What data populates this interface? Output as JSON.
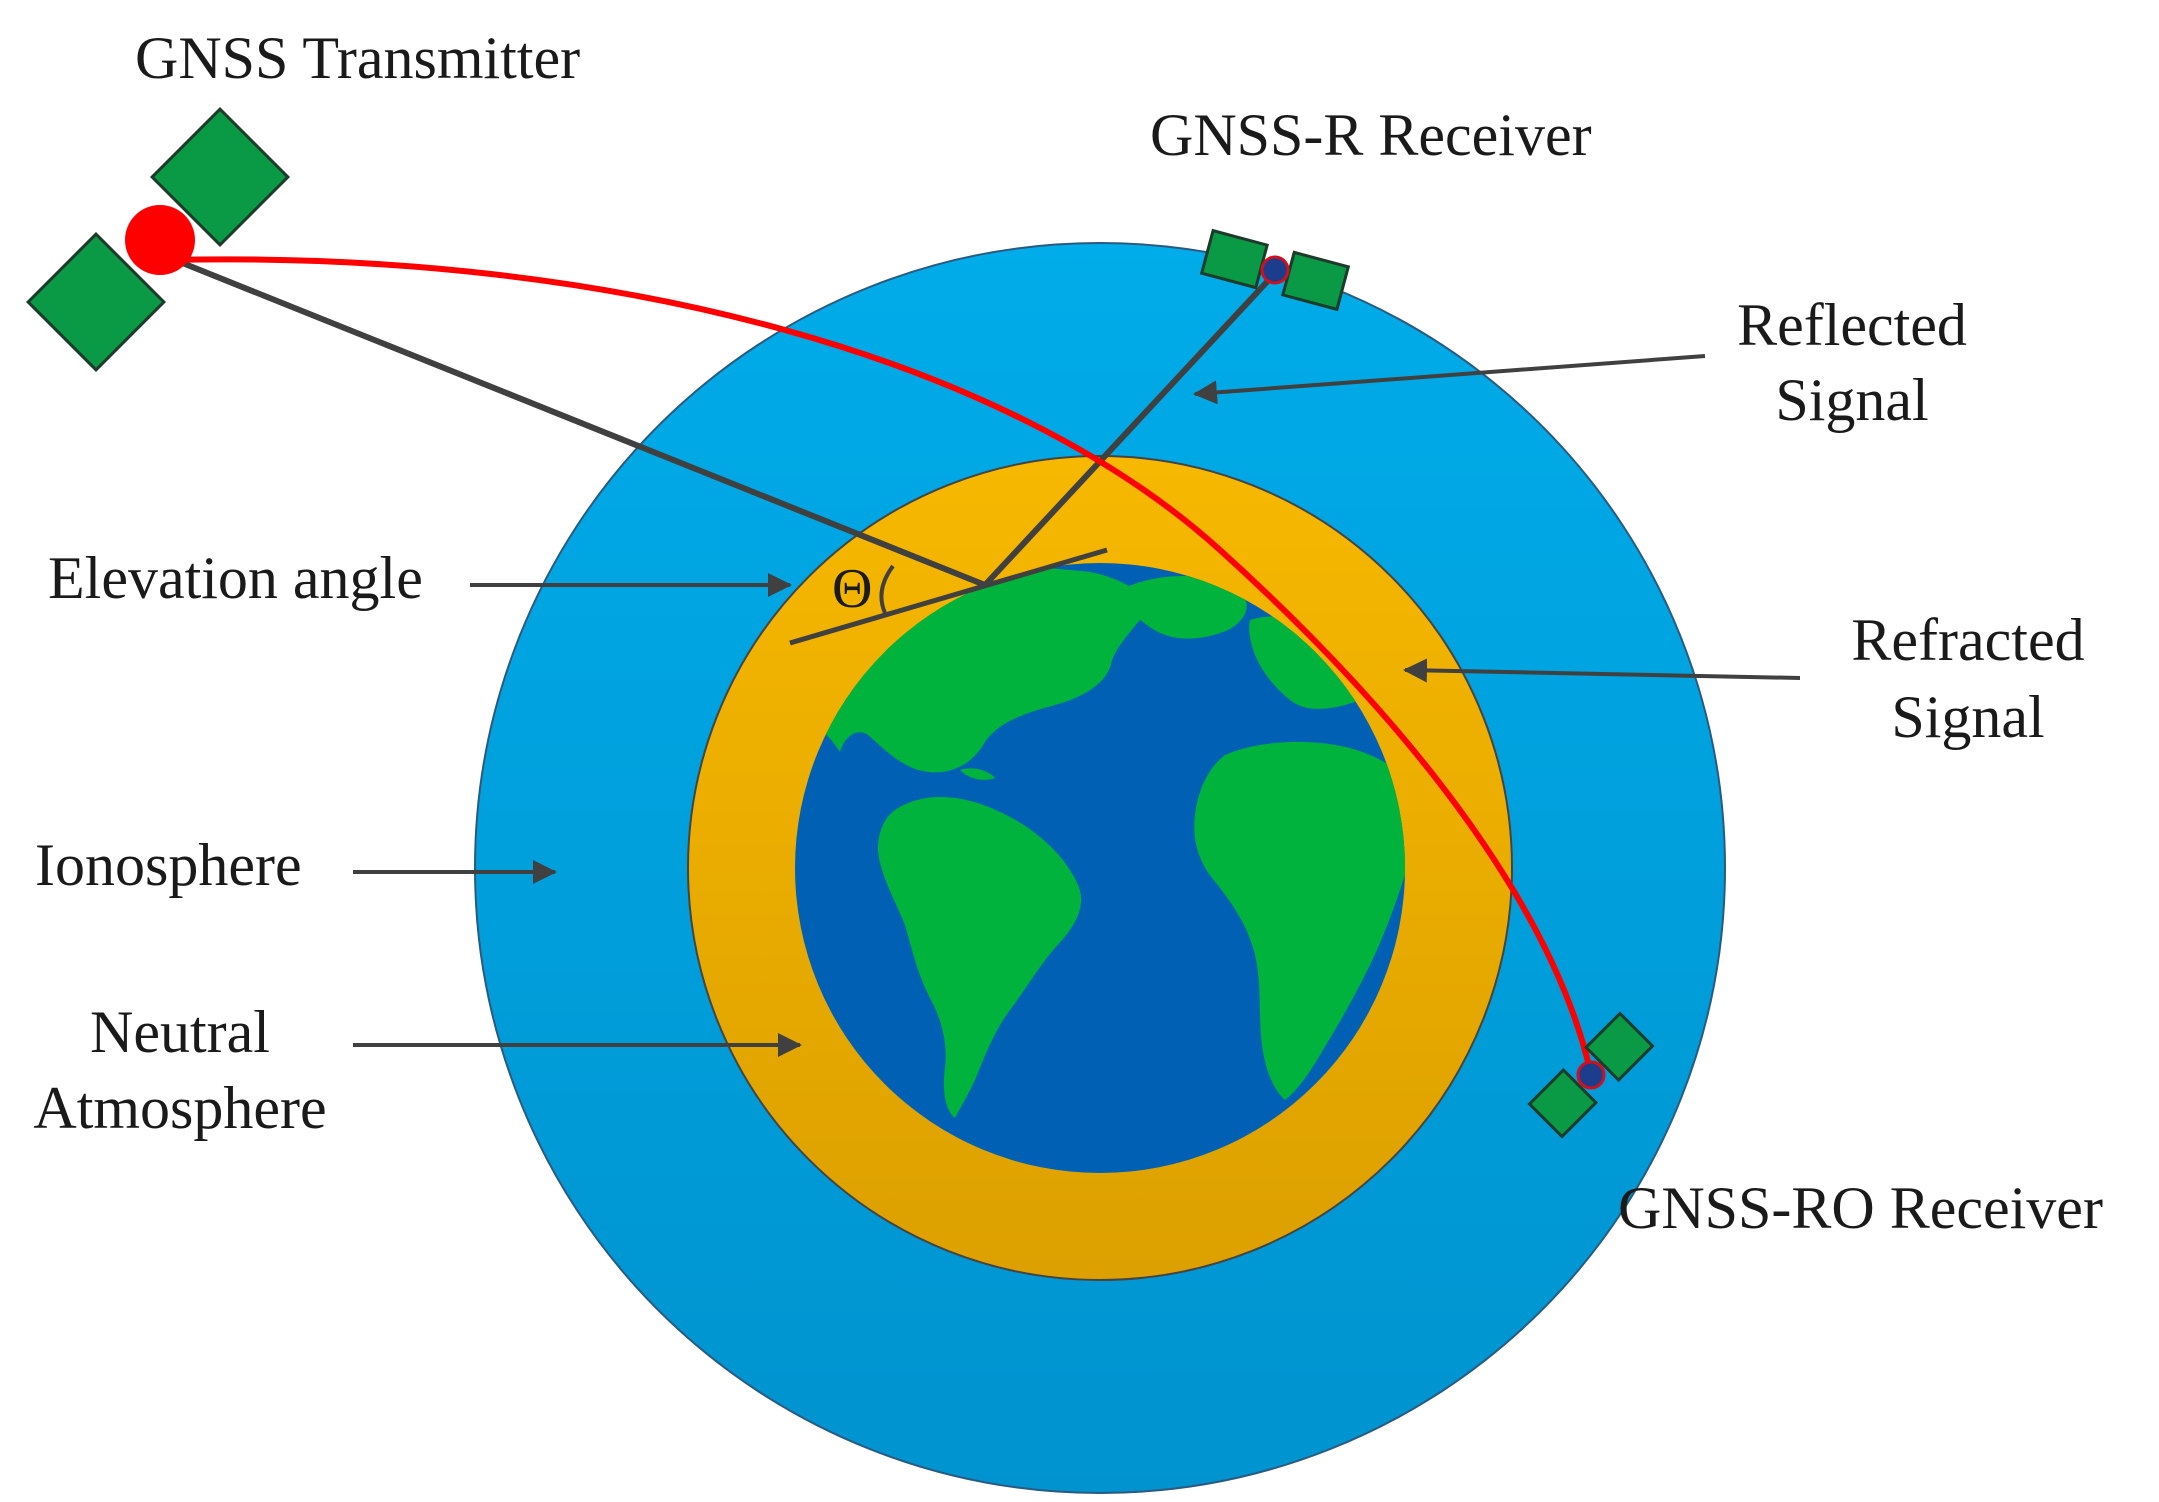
{
  "labels": {
    "gnss_transmitter": "GNSS Transmitter",
    "gnss_r_receiver": "GNSS-R Receiver",
    "reflected_signal_line1": "Reflected",
    "reflected_signal_line2": "Signal",
    "elevation_angle": "Elevation angle",
    "theta": "Θ",
    "refracted_signal_line1": "Refracted",
    "refracted_signal_line2": "Signal",
    "ionosphere": "Ionosphere",
    "neutral_atmosphere_line1": "Neutral",
    "neutral_atmosphere_line2": "Atmosphere",
    "gnss_ro_receiver": "GNSS-RO Receiver"
  },
  "colors": {
    "ionosphere": "#00a8e8",
    "ionosphere_dark": "#0095d2",
    "neutral_atmosphere": "#f5b400",
    "neutral_atmosphere_dark": "#e0a000",
    "ocean": "#0061b4",
    "land": "#00b33c",
    "signal_path": "#ff0000",
    "solar_panel": "#0a9a45",
    "line": "#404040"
  }
}
